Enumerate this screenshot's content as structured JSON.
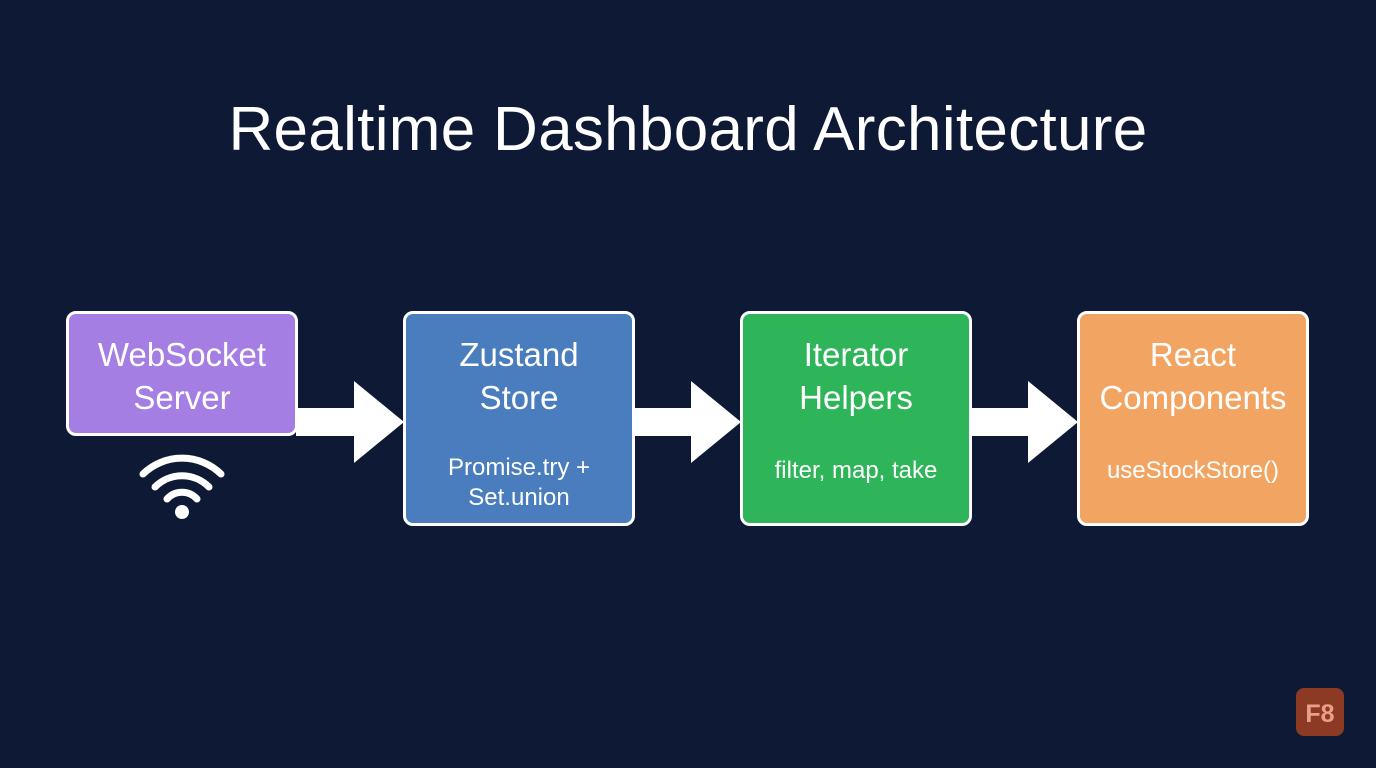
{
  "title": "Realtime Dashboard Architecture",
  "nodes": [
    {
      "name": "WebSocket\nServer",
      "detail": ""
    },
    {
      "name": "Zustand\nStore",
      "detail": "Promise.try +\nSet.union"
    },
    {
      "name": "Iterator\nHelpers",
      "detail": "filter, map, take"
    },
    {
      "name": "React\nComponents",
      "detail": "useStockStore()"
    }
  ],
  "logo": {
    "text": "F8"
  },
  "colors": {
    "background": "#0e1a35",
    "websocket": "#a47ee2",
    "zustand": "#4a7dbd",
    "iterator": "#2eb55a",
    "react": "#f2a462",
    "logo": "#8c3a24"
  },
  "icons": {
    "server_icon": "wifi-icon",
    "arrows": "arrow-right-icon"
  }
}
